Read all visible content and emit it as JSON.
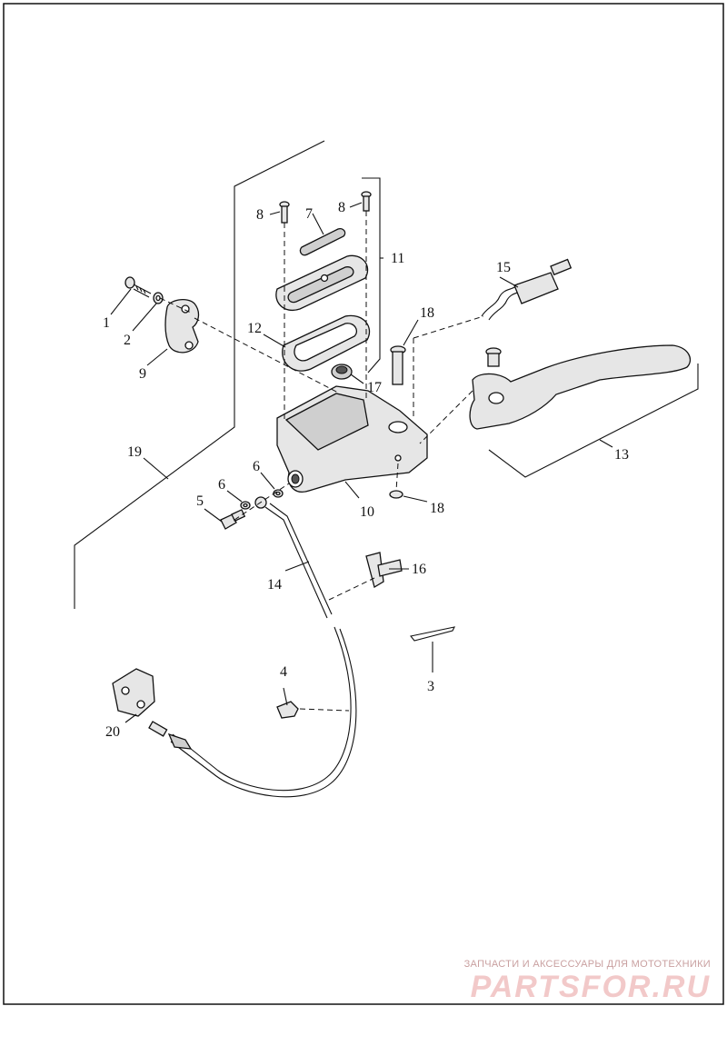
{
  "diagram": {
    "callouts": [
      {
        "id": "c1",
        "text": "1"
      },
      {
        "id": "c2",
        "text": "2"
      },
      {
        "id": "c3",
        "text": "3"
      },
      {
        "id": "c4",
        "text": "4"
      },
      {
        "id": "c5",
        "text": "5"
      },
      {
        "id": "c6a",
        "text": "6"
      },
      {
        "id": "c6b",
        "text": "6"
      },
      {
        "id": "c7",
        "text": "7"
      },
      {
        "id": "c8a",
        "text": "8"
      },
      {
        "id": "c8b",
        "text": "8"
      },
      {
        "id": "c9",
        "text": "9"
      },
      {
        "id": "c10",
        "text": "10"
      },
      {
        "id": "c11",
        "text": "11"
      },
      {
        "id": "c12",
        "text": "12"
      },
      {
        "id": "c13",
        "text": "13"
      },
      {
        "id": "c14",
        "text": "14"
      },
      {
        "id": "c15",
        "text": "15"
      },
      {
        "id": "c16",
        "text": "16"
      },
      {
        "id": "c17",
        "text": "17"
      },
      {
        "id": "c18a",
        "text": "18"
      },
      {
        "id": "c18b",
        "text": "18"
      },
      {
        "id": "c19",
        "text": "19"
      },
      {
        "id": "c20",
        "text": "20"
      }
    ]
  },
  "watermark": {
    "tagline": "ЗАПЧАСТИ И АКСЕССУАРЫ ДЛЯ МОТОТЕХНИКИ",
    "logo": "PARTSFOR.RU",
    "color": "#f2c9c9"
  },
  "colors": {
    "line": "#111111",
    "part_fill": "#e6e6e6"
  }
}
